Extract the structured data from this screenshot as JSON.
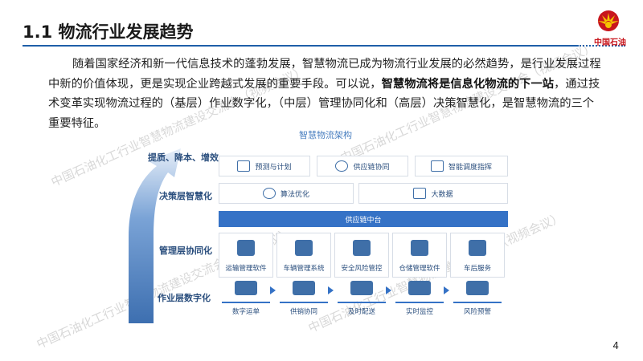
{
  "slide": {
    "title": "1.1 物流行业发展趋势",
    "page_number": "4"
  },
  "logo": {
    "text": "中国石油",
    "color": "#c8161d",
    "accent": "#f5c400"
  },
  "paragraph": {
    "before_bold": "随着国家经济和新一代信息技术的蓬勃发展，智慧物流已成为物流行业发展的必然趋势，是行业发展过程中新的价值体现，更是实现企业跨越式发展的重要手段。可以说，",
    "bold": "智慧物流将是信息化物流的下一站",
    "after_bold": "，通过技术变革实现物流过程的（基层）作业数字化，（中层）管理协同化和（高层）决策智慧化，是智慧物流的三个重要特征。"
  },
  "watermark": {
    "text": "中国石油化工行业智慧物流建设交流会（视频会议）"
  },
  "diagram": {
    "title": "智慧物流架构",
    "side_labels": {
      "goal": "提质、降本、增效",
      "decision": "决策层智慧化",
      "management": "管理层协同化",
      "operation": "作业层数字化"
    },
    "top_row": [
      "预测与计划",
      "供应链协同",
      "智能调度指挥"
    ],
    "middle_row": [
      "算法优化",
      "大数据"
    ],
    "band": "供应链中台",
    "management_cards": [
      "运输管理软件",
      "车辆管理系统",
      "安全风险管控",
      "仓储管理软件",
      "车后服务"
    ],
    "operation_steps": [
      "数字运单",
      "供销协同",
      "及时配送",
      "实时监控",
      "风险预警"
    ],
    "colors": {
      "primary": "#3572c6",
      "text": "#2b4f7e",
      "title_rule": "#1f5fa8"
    }
  }
}
